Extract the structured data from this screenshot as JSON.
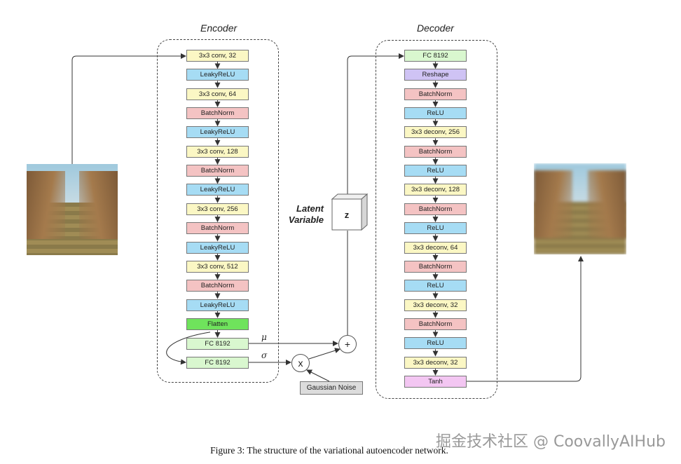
{
  "encoder": {
    "title": "Encoder",
    "layers": [
      {
        "label": "3x3 conv, 32",
        "color": "#fbf7c4"
      },
      {
        "label": "LeakyReLU",
        "color": "#a6dcf4"
      },
      {
        "label": "3x3 conv, 64",
        "color": "#fbf7c4"
      },
      {
        "label": "BatchNorm",
        "color": "#f4c3c3"
      },
      {
        "label": "LeakyReLU",
        "color": "#a6dcf4"
      },
      {
        "label": "3x3 conv, 128",
        "color": "#fbf7c4"
      },
      {
        "label": "BatchNorm",
        "color": "#f4c3c3"
      },
      {
        "label": "LeakyReLU",
        "color": "#a6dcf4"
      },
      {
        "label": "3x3 conv, 256",
        "color": "#fbf7c4"
      },
      {
        "label": "BatchNorm",
        "color": "#f4c3c3"
      },
      {
        "label": "LeakyReLU",
        "color": "#a6dcf4"
      },
      {
        "label": "3x3 conv, 512",
        "color": "#fbf7c4"
      },
      {
        "label": "BatchNorm",
        "color": "#f4c3c3"
      },
      {
        "label": "LeakyReLU",
        "color": "#a6dcf4"
      },
      {
        "label": "Flatten",
        "color": "#6fe35c"
      }
    ],
    "fc_mu": {
      "label": "FC 8192",
      "color": "#d9f7cf"
    },
    "fc_sigma": {
      "label": "FC 8192",
      "color": "#d9f7cf"
    }
  },
  "decoder": {
    "title": "Decoder",
    "layers": [
      {
        "label": "FC 8192",
        "color": "#d9f7cf"
      },
      {
        "label": "Reshape",
        "color": "#cfc3f4"
      },
      {
        "label": "BatchNorm",
        "color": "#f4c3c3"
      },
      {
        "label": "ReLU",
        "color": "#a6dcf4"
      },
      {
        "label": "3x3 deconv, 256",
        "color": "#fbf7c4"
      },
      {
        "label": "BatchNorm",
        "color": "#f4c3c3"
      },
      {
        "label": "ReLU",
        "color": "#a6dcf4"
      },
      {
        "label": "3x3 deconv, 128",
        "color": "#fbf7c4"
      },
      {
        "label": "BatchNorm",
        "color": "#f4c3c3"
      },
      {
        "label": "ReLU",
        "color": "#a6dcf4"
      },
      {
        "label": "3x3 deconv, 64",
        "color": "#fbf7c4"
      },
      {
        "label": "BatchNorm",
        "color": "#f4c3c3"
      },
      {
        "label": "ReLU",
        "color": "#a6dcf4"
      },
      {
        "label": "3x3 deconv, 32",
        "color": "#fbf7c4"
      },
      {
        "label": "BatchNorm",
        "color": "#f4c3c3"
      },
      {
        "label": "ReLU",
        "color": "#a6dcf4"
      },
      {
        "label": "3x3 deconv, 32",
        "color": "#fbf7c4"
      },
      {
        "label": "Tanh",
        "color": "#f3c6f2"
      }
    ]
  },
  "latent": {
    "label_line1": "Latent",
    "label_line2": "Variable",
    "cube_label": "z"
  },
  "ops": {
    "plus": "+",
    "times": "x",
    "mu": "μ",
    "sigma": "σ",
    "noise": "Gaussian Noise"
  },
  "caption": "Figure 3: The structure of the variational autoencoder network.",
  "watermark": "掘金技术社区 @ CoovallyAIHub"
}
